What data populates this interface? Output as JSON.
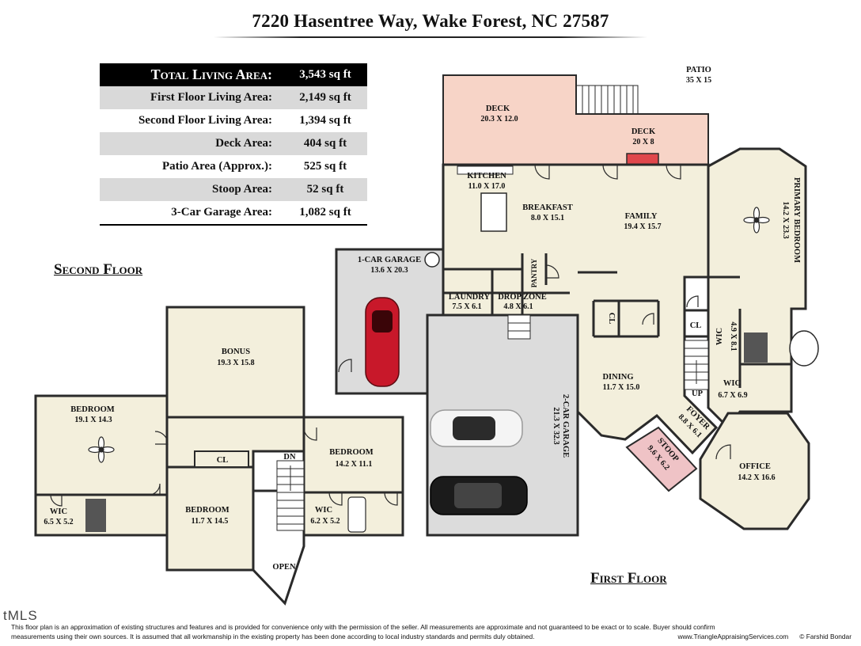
{
  "title": "7220 Hasentree Way, Wake Forest, NC 27587",
  "area_table": {
    "total": {
      "label": "Total Living Area:",
      "value": "3,543 sq ft"
    },
    "rows": [
      {
        "label": "First Floor Living Area:",
        "value": "2,149 sq ft"
      },
      {
        "label": "Second Floor Living Area:",
        "value": "1,394 sq ft"
      },
      {
        "label": "Deck Area:",
        "value": "404 sq ft"
      },
      {
        "label": "Patio Area (Approx.):",
        "value": "525 sq ft"
      },
      {
        "label": "Stoop Area:",
        "value": "52 sq ft"
      },
      {
        "label": "3-Car Garage Area:",
        "value": "1,082 sq ft"
      }
    ]
  },
  "floor_labels": {
    "second": "Second Floor",
    "first": "First Floor"
  },
  "rooms": {
    "patio": {
      "name": "PATIO",
      "dims": "35 X 15"
    },
    "deck_main": {
      "name": "DECK",
      "dims": "20.3 X 12.0"
    },
    "deck_small": {
      "name": "DECK",
      "dims": "20 X 8"
    },
    "kitchen": {
      "name": "KITCHEN",
      "dims": "11.0 X 17.0"
    },
    "breakfast": {
      "name": "BREAKFAST",
      "dims": "8.0 X 15.1"
    },
    "family": {
      "name": "FAMILY",
      "dims": "19.4 X 15.7"
    },
    "primary_bedroom": {
      "name": "PRIMARY BEDROOM",
      "dims": "14.2 X 23.3"
    },
    "garage1": {
      "name": "1-CAR GARAGE",
      "dims": "13.6 X 20.3"
    },
    "pantry": {
      "name": "PANTRY"
    },
    "laundry": {
      "name": "LAUNDRY",
      "dims": "7.5 X 6.1"
    },
    "drop_zone": {
      "name": "DROP ZONE",
      "dims": "4.8 X 6.1"
    },
    "cl_first_a": {
      "name": "CL"
    },
    "cl_first_b": {
      "name": "CL"
    },
    "wic_primary_a": {
      "name": "WIC",
      "dims": "4.9 X 8.1"
    },
    "wic_primary_b": {
      "name": "WIC",
      "dims": "6.7 X 6.9"
    },
    "dining": {
      "name": "DINING",
      "dims": "11.7 X 15.0"
    },
    "garage2": {
      "name": "2-CAR GARAGE",
      "dims": "21.3 X 32.3"
    },
    "foyer": {
      "name": "FOYER",
      "dims": "8.8 X 6.1"
    },
    "stoop": {
      "name": "STOOP",
      "dims": "9.6 X 6.2"
    },
    "office": {
      "name": "OFFICE",
      "dims": "14.2 X 16.6"
    },
    "up": {
      "name": "UP"
    },
    "bonus": {
      "name": "BONUS",
      "dims": "19.3 X 15.8"
    },
    "bedroom_a": {
      "name": "BEDROOM",
      "dims": "19.1 X 14.3"
    },
    "bedroom_b": {
      "name": "BEDROOM",
      "dims": "14.2 X 11.1"
    },
    "bedroom_c": {
      "name": "BEDROOM",
      "dims": "11.7 X 14.5"
    },
    "cl_second": {
      "name": "CL"
    },
    "dn": {
      "name": "DN"
    },
    "wic_a": {
      "name": "WIC",
      "dims": "6.5 X 5.2"
    },
    "wic_b": {
      "name": "WIC",
      "dims": "6.2 X 5.2"
    },
    "open": {
      "name": "OPEN"
    }
  },
  "colors": {
    "floor": "#f3efdc",
    "deck": "#f7d4c7",
    "garage": "#dcdcdc",
    "wall": "#2a2a2a",
    "stoop": "#efc3c6"
  },
  "mls_logo": "tMLS",
  "disclaimer": {
    "line1": "This floor plan is an approximation of existing structures and features and is provided for convenience only with the permission of the seller.  All measurements are approximate and not guaranteed to be exact or to scale.  Buyer should confirm",
    "line2": "measurements using their own sources.  It is assumed that all workmanship in the existing property has been done according to local industry standards and permits duly obtained.",
    "website": "www.TriangleAppraisingServices.com",
    "copyright": "© Farshid Bondar"
  }
}
